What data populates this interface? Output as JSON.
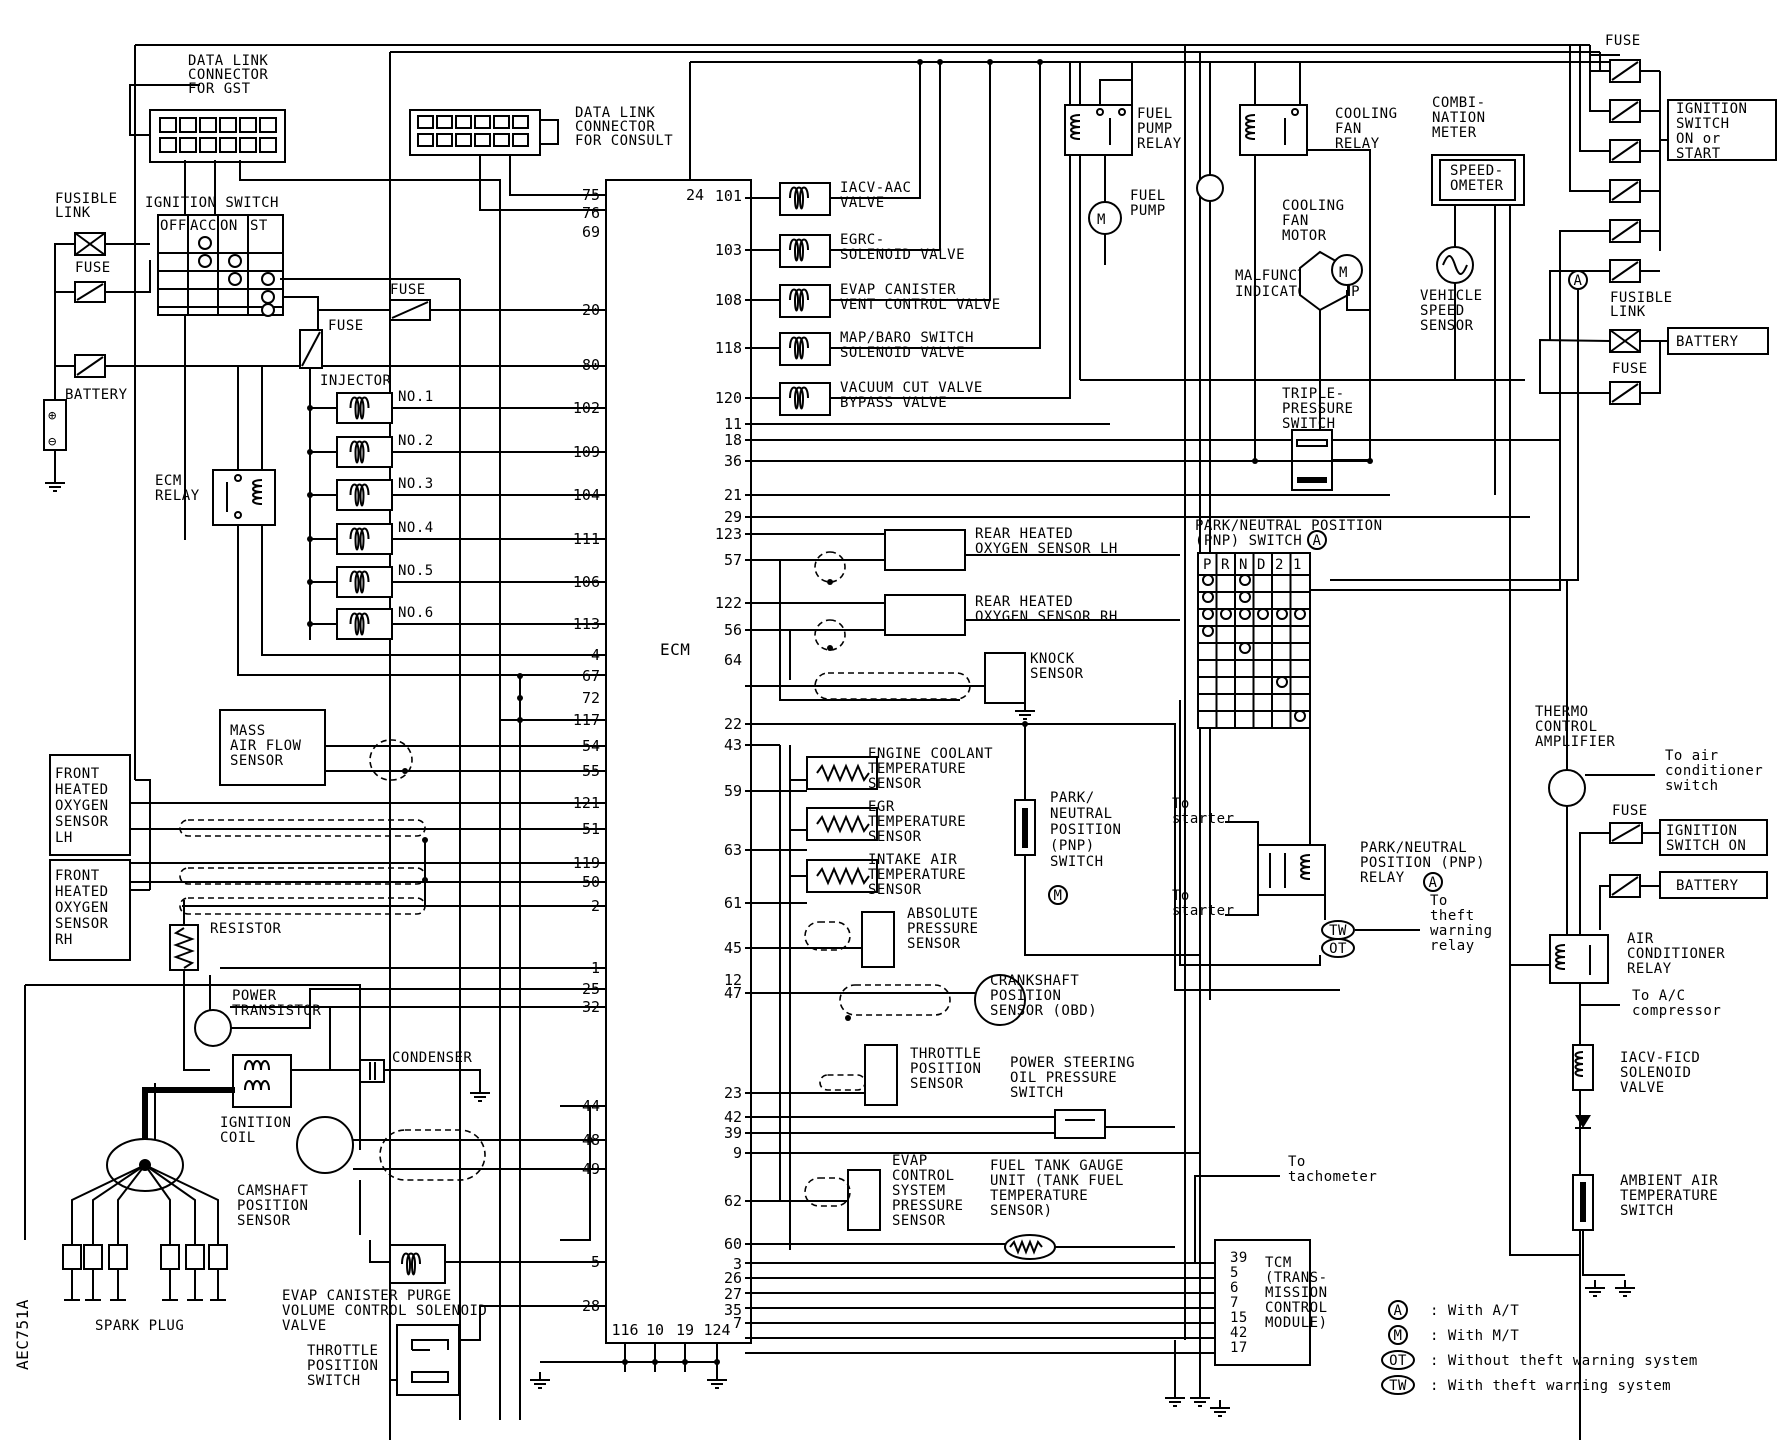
{
  "figure_code": "AEC751A",
  "ecm": {
    "label": "ECM"
  },
  "left_components": {
    "dlc_gst": [
      "DATA LINK",
      "CONNECTOR",
      "FOR GST"
    ],
    "dlc_consult": [
      "DATA LINK",
      "CONNECTOR",
      "FOR CONSULT"
    ],
    "fusible_link": [
      "FUSIBLE",
      "LINK"
    ],
    "fuse": "FUSE",
    "battery": "BATTERY",
    "ignition_switch": {
      "title": "IGNITION SWITCH",
      "positions": [
        "OFF",
        "ACC",
        "ON",
        "ST"
      ]
    },
    "ecm_relay": [
      "ECM",
      "RELAY"
    ],
    "injector": {
      "title": "INJECTOR",
      "items": [
        "NO.1",
        "NO.2",
        "NO.3",
        "NO.4",
        "NO.5",
        "NO.6"
      ]
    },
    "maf": [
      "MASS",
      "AIR FLOW",
      "SENSOR"
    ],
    "front_o2_lh": [
      "FRONT",
      "HEATED",
      "OXYGEN",
      "SENSOR",
      "LH"
    ],
    "front_o2_rh": [
      "FRONT",
      "HEATED",
      "OXYGEN",
      "SENSOR",
      "RH"
    ],
    "resistor": "RESISTOR",
    "power_transistor": [
      "POWER",
      "TRANSISTOR"
    ],
    "condenser": "CONDENSER",
    "ignition_coil": [
      "IGNITION",
      "COIL"
    ],
    "camshaft": [
      "CAMSHAFT",
      "POSITION",
      "SENSOR"
    ],
    "spark_plug": "SPARK PLUG",
    "evap_purge": [
      "EVAP CANISTER PURGE",
      "VOLUME CONTROL SOLENOID",
      "VALVE"
    ],
    "throttle_switch": [
      "THROTTLE",
      "POSITION",
      "SWITCH"
    ]
  },
  "ecm_left_pins": [
    "75",
    "76",
    "69",
    "20",
    "80",
    "102",
    "109",
    "104",
    "111",
    "106",
    "113",
    "4",
    "67",
    "72",
    "117",
    "54",
    "55",
    "121",
    "51",
    "119",
    "50",
    "2",
    "1",
    "25",
    "32",
    "44",
    "48",
    "49",
    "5",
    "28"
  ],
  "ecm_bottom_pins": [
    "116",
    "10",
    "19",
    "124"
  ],
  "ecm_right_pins": [
    "24",
    "101",
    "103",
    "108",
    "118",
    "120",
    "11",
    "18",
    "36",
    "21",
    "29",
    "123",
    "57",
    "122",
    "56",
    "64",
    "22",
    "43",
    "59",
    "63",
    "61",
    "45",
    "12",
    "47",
    "23",
    "42",
    "39",
    "9",
    "62",
    "60",
    "3",
    "26",
    "27",
    "35",
    "7"
  ],
  "solenoids": [
    [
      "IACV-AAC",
      "VALVE"
    ],
    [
      "EGRC-",
      "SOLENOID VALVE"
    ],
    [
      "EVAP CANISTER",
      "VENT CONTROL VALVE"
    ],
    [
      "MAP/BARO SWITCH",
      "SOLENOID VALVE"
    ],
    [
      "VACUUM CUT VALVE",
      "BYPASS VALVE"
    ]
  ],
  "right_components": {
    "fuel_pump_relay": [
      "FUEL",
      "PUMP",
      "RELAY"
    ],
    "fuel_pump": [
      "FUEL",
      "PUMP"
    ],
    "mil": [
      "MALFUNCTION",
      "INDICATOR LAMP"
    ],
    "cooling_fan_relay": [
      "COOLING",
      "FAN",
      "RELAY"
    ],
    "cooling_fan_motor": [
      "COOLING",
      "FAN",
      "MOTOR"
    ],
    "combination_meter": [
      "COMBI-",
      "NATION",
      "METER"
    ],
    "speedometer": [
      "SPEED-",
      "OMETER"
    ],
    "vss": [
      "VEHICLE",
      "SPEED",
      "SENSOR"
    ],
    "triple_pressure": [
      "TRIPLE-",
      "PRESSURE",
      "SWITCH"
    ],
    "rear_o2_lh": [
      "REAR HEATED",
      "OXYGEN SENSOR LH"
    ],
    "rear_o2_rh": [
      "REAR HEATED",
      "OXYGEN SENSOR RH"
    ],
    "knock": [
      "KNOCK",
      "SENSOR"
    ],
    "pnp_switch_at": {
      "title": [
        "PARK/NEUTRAL POSITION",
        "(PNP) SWITCH"
      ],
      "positions": [
        "P",
        "R",
        "N",
        "D",
        "2",
        "1"
      ]
    },
    "ect": [
      "ENGINE COOLANT",
      "TEMPERATURE",
      "SENSOR"
    ],
    "egr_temp": [
      "EGR",
      "TEMPERATURE",
      "SENSOR"
    ],
    "iat": [
      "INTAKE AIR",
      "TEMPERATURE",
      "SENSOR"
    ],
    "abs_pressure": [
      "ABSOLUTE",
      "PRESSURE",
      "SENSOR"
    ],
    "pnp_switch_mt": [
      "PARK/",
      "NEUTRAL",
      "POSITION",
      "(PNP)",
      "SWITCH"
    ],
    "crankshaft": [
      "CRANKSHAFT",
      "POSITION",
      "SENSOR (OBD)"
    ],
    "tps": [
      "THROTTLE",
      "POSITION",
      "SENSOR"
    ],
    "ps_switch": [
      "POWER STEERING",
      "OIL PRESSURE",
      "SWITCH"
    ],
    "evap_pressure": [
      "EVAP",
      "CONTROL",
      "SYSTEM",
      "PRESSURE",
      "SENSOR"
    ],
    "fuel_tank": [
      "FUEL TANK GAUGE",
      "UNIT (TANK FUEL",
      "TEMPERATURE",
      "SENSOR)"
    ],
    "to_tachometer": [
      "To",
      "tachometer"
    ],
    "to_starter": [
      "To",
      "starter"
    ],
    "pnp_relay": [
      "PARK/NEUTRAL",
      "POSITION (PNP)",
      "RELAY"
    ],
    "to_theft": [
      "To",
      "theft",
      "warning",
      "relay"
    ],
    "tcm": [
      "TCM",
      "(TRANS-",
      "MISSION",
      "CONTROL",
      "MODULE)"
    ],
    "tcm_pins": [
      "39",
      "5",
      "6",
      "7",
      "15",
      "42",
      "17"
    ],
    "thermo": [
      "THERMO",
      "CONTROL",
      "AMPLIFIER"
    ],
    "to_ac_switch": [
      "To air",
      "conditioner",
      "switch"
    ],
    "ignition_on": [
      "IGNITION",
      "SWITCH ON"
    ],
    "ignition_on_start": [
      "IGNITION",
      "SWITCH",
      "ON or",
      "START"
    ],
    "ac_relay": [
      "AIR",
      "CONDITIONER",
      "RELAY"
    ],
    "to_ac_comp": [
      "To A/C",
      "compressor"
    ],
    "iacv_ficd": [
      "IACV-FICD",
      "SOLENOID",
      "VALVE"
    ],
    "ambient": [
      "AMBIENT AIR",
      "TEMPERATURE",
      "SWITCH"
    ]
  },
  "legend": [
    {
      "sym": "A",
      "text": ": With A/T"
    },
    {
      "sym": "M",
      "text": ": With M/T"
    },
    {
      "sym": "OT",
      "text": ": Without theft warning system"
    },
    {
      "sym": "TW",
      "text": ": With theft warning system"
    }
  ]
}
